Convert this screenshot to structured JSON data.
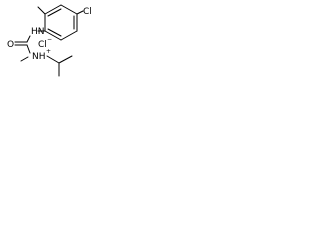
{
  "molecule": {
    "atoms": {
      "cl_ring": "Cl",
      "nh_urea": "HN",
      "o_carbonyl": "O",
      "nh_ammonium": "NH",
      "charge_plus": "+",
      "chloride": "Cl",
      "charge_minus": "−"
    }
  }
}
